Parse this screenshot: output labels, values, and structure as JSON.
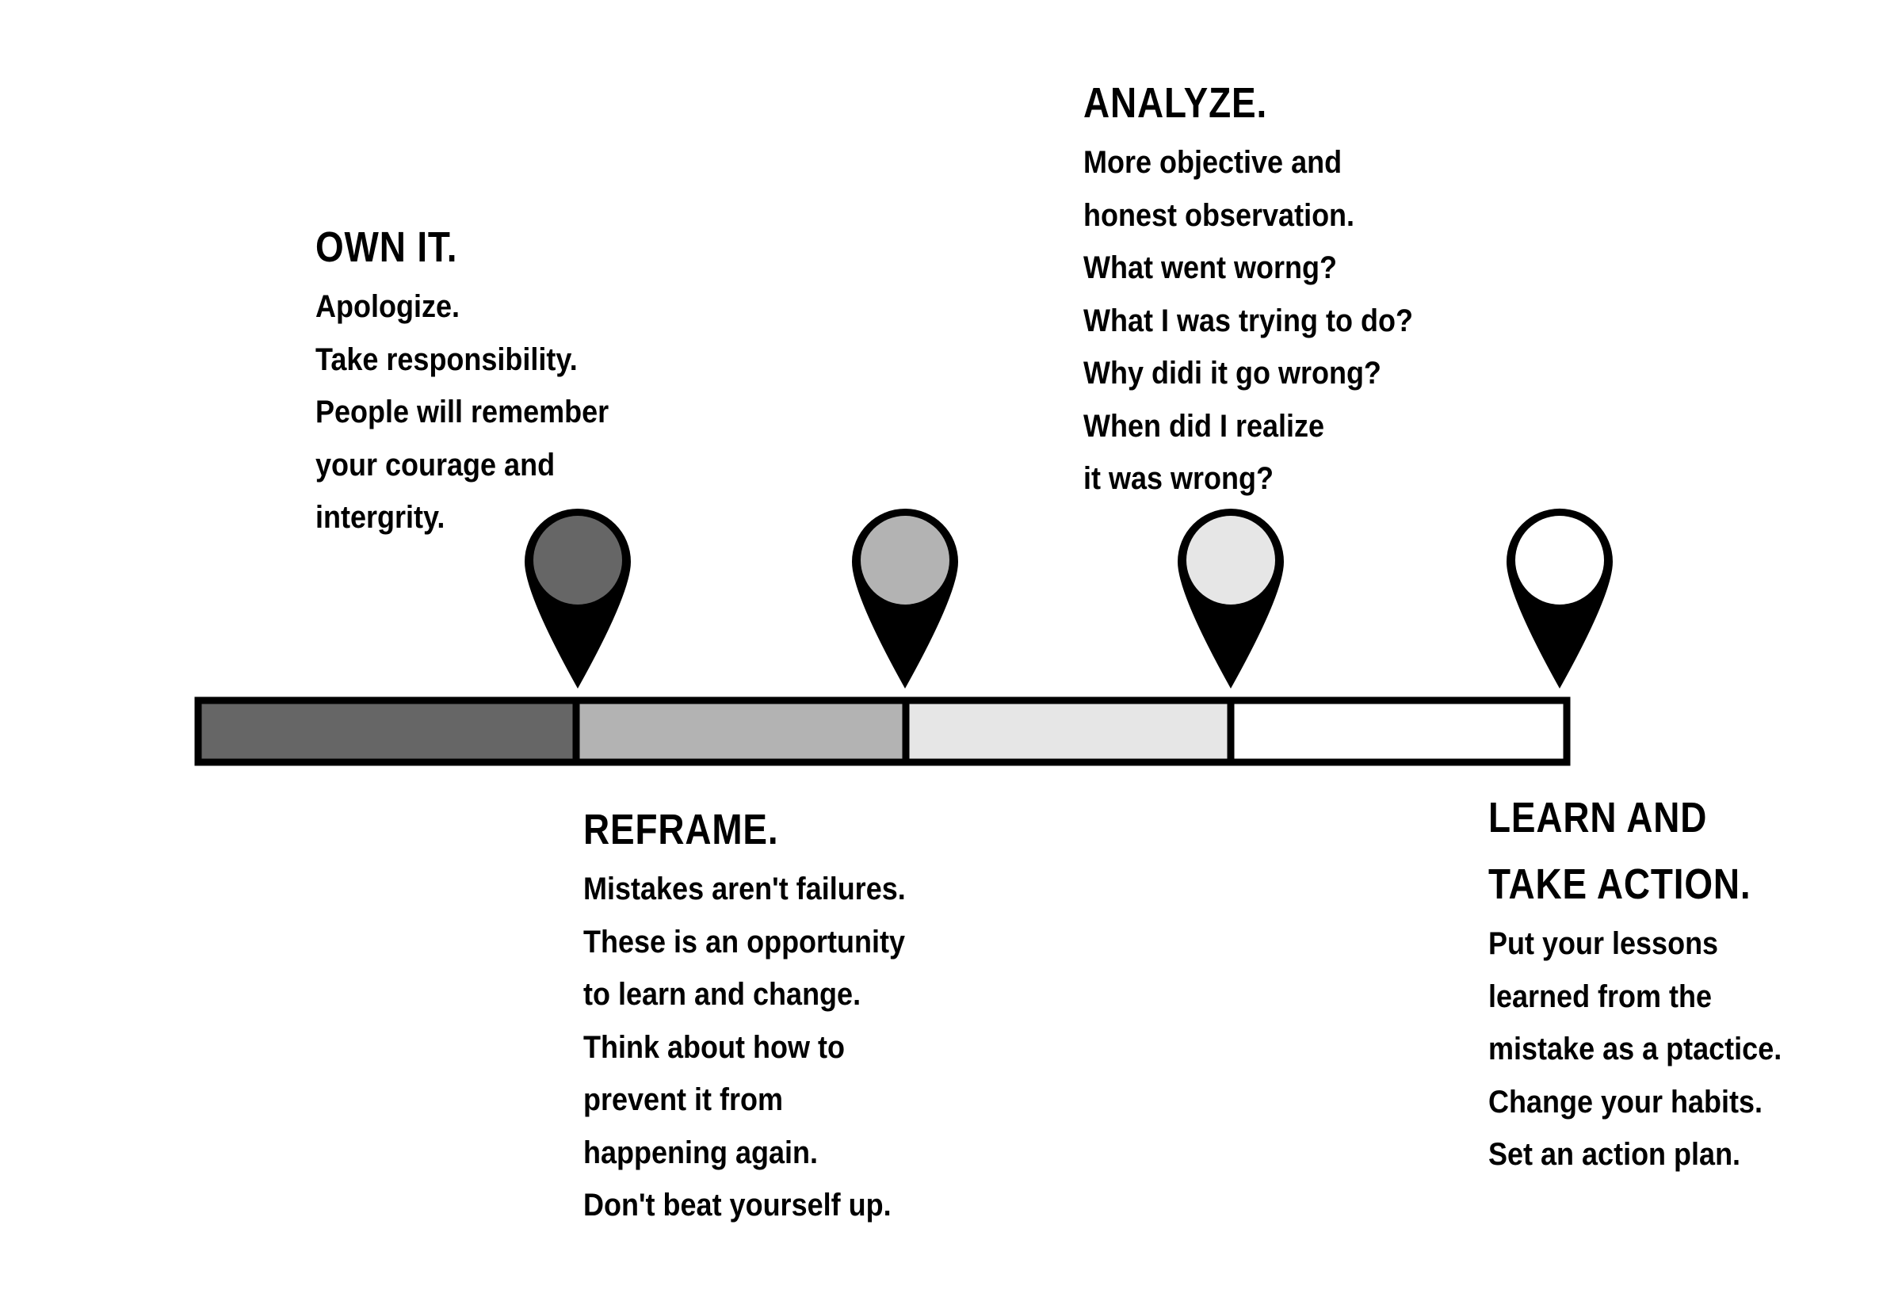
{
  "steps": [
    {
      "title": [
        "OWN IT."
      ],
      "lines": [
        "Apologize.",
        "Take responsibility.",
        "People will remember",
        "your courage and",
        "intergrity."
      ],
      "color": "#666666"
    },
    {
      "title": [
        "REFRAME."
      ],
      "lines": [
        "Mistakes aren't failures.",
        "These is an opportunity",
        "to learn and change.",
        "Think about how to",
        "prevent it from",
        "happening again.",
        "Don't beat yourself up."
      ],
      "color": "#b3b3b3"
    },
    {
      "title": [
        "ANALYZE."
      ],
      "lines": [
        "More objective and",
        "honest observation.",
        "What went worng?",
        "What I was trying to do?",
        "Why didi it go wrong?",
        "When did I realize",
        "it was wrong?"
      ],
      "color": "#e6e6e6"
    },
    {
      "title": [
        "LEARN AND",
        "TAKE ACTION."
      ],
      "lines": [
        "Put your lessons",
        "learned from the",
        "mistake as a ptactice.",
        "Change your habits.",
        "Set an action plan."
      ],
      "color": "#ffffff"
    }
  ]
}
